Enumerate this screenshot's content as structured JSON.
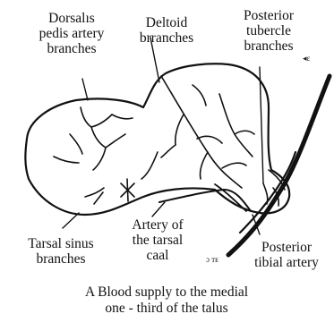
{
  "labels": {
    "dorsalis": [
      "Dorsalıs",
      "pedis artery",
      "branches"
    ],
    "deltoid": [
      "Deltoid",
      "brranches"
    ],
    "posterior_tubercle": [
      "Posterior",
      "tubercle",
      "branches"
    ],
    "tarsal_sinus": [
      "Tarsal sinus",
      "branches"
    ],
    "artery_tarsal": [
      "Artery of",
      "the tarsal",
      "caal"
    ],
    "posterior_tibial": [
      "Posterior",
      "tibial artery"
    ]
  },
  "marks": {
    "arrow_glyph": "◂ε",
    "caal_mark": "ɔ ᴛᴇ"
  },
  "caption": {
    "line1": "A Blood supply to the medial",
    "line2": "one - third of the talus"
  }
}
